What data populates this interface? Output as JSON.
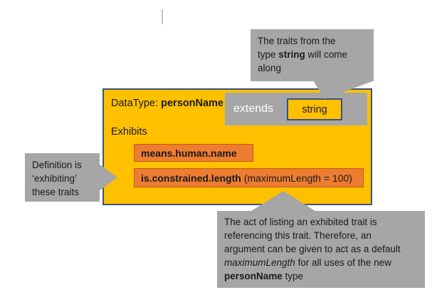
{
  "diagram": {
    "title_prefix": "DataType: ",
    "title_name": "personName",
    "exhibits_label": "Exhibits",
    "extends": {
      "keyword": "extends",
      "base_type": "string"
    },
    "traits": [
      {
        "name": "means.human.name",
        "argument": ""
      },
      {
        "name": "is.constrained.length",
        "argument": "(maximumLength = 100)"
      }
    ],
    "colors": {
      "box_fill": "#FFC000",
      "box_border": "#3B5578",
      "trait_fill": "#ED7D31",
      "trait_border": "#C55A11",
      "callout_fill": "#A6A6A6",
      "extends_fill": "#A6A6A6"
    }
  },
  "callouts": {
    "string_note": {
      "line1": "The traits from the",
      "line2_pre": "type ",
      "line2_bold": "string",
      "line2_post": " will come",
      "line3": "along"
    },
    "definition_note": {
      "line1": "Definition is",
      "line2": "‘exhibiting’",
      "line3": "these traits"
    },
    "act_note": {
      "line1": "The act of listing an exhibited trait is",
      "line2": "referencing this trait. Therefore, an",
      "line3": "argument can be given to act as a default",
      "line4_italic": "maximumLength",
      "line4_post": " for all uses of the new",
      "line5_bold": "personName",
      "line5_post": " type"
    }
  }
}
